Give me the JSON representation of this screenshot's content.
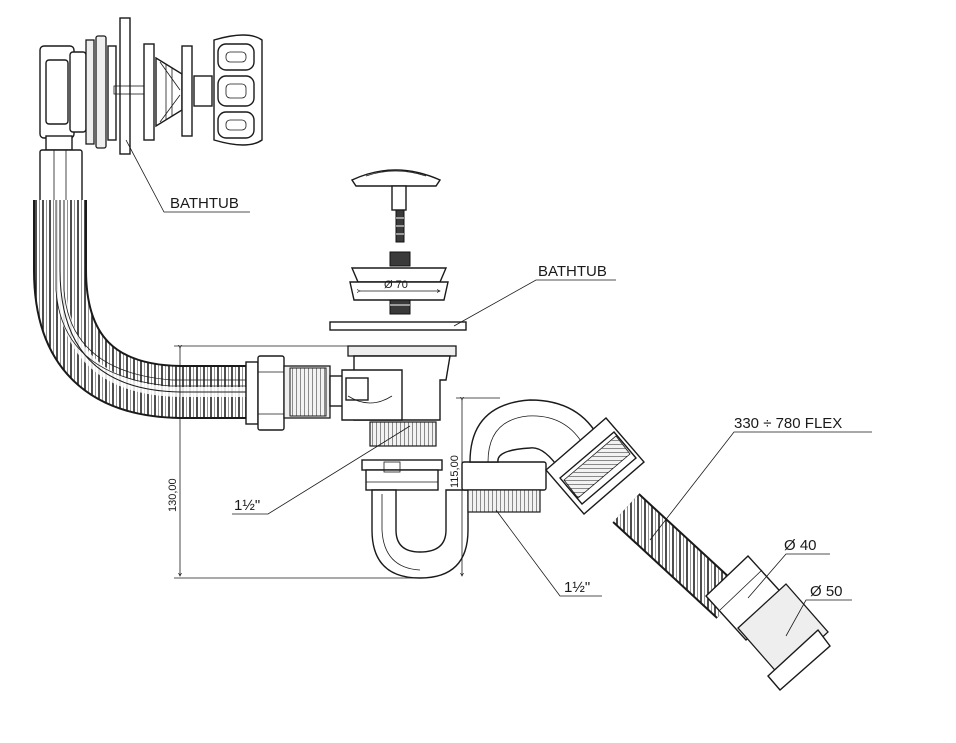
{
  "labels": {
    "bathtub_overflow": "BATHTUB",
    "bathtub_drain": "BATHTUB",
    "flex_length": "330 ÷ 780 FLEX",
    "thread_upper": "1½\"",
    "thread_lower": "1½\"",
    "diameter_small": "Ø 40",
    "diameter_large": "Ø 50",
    "plug_diameter": "Ø 70"
  },
  "dimensions": {
    "total_height": "130,00",
    "trap_height": "115,00"
  }
}
